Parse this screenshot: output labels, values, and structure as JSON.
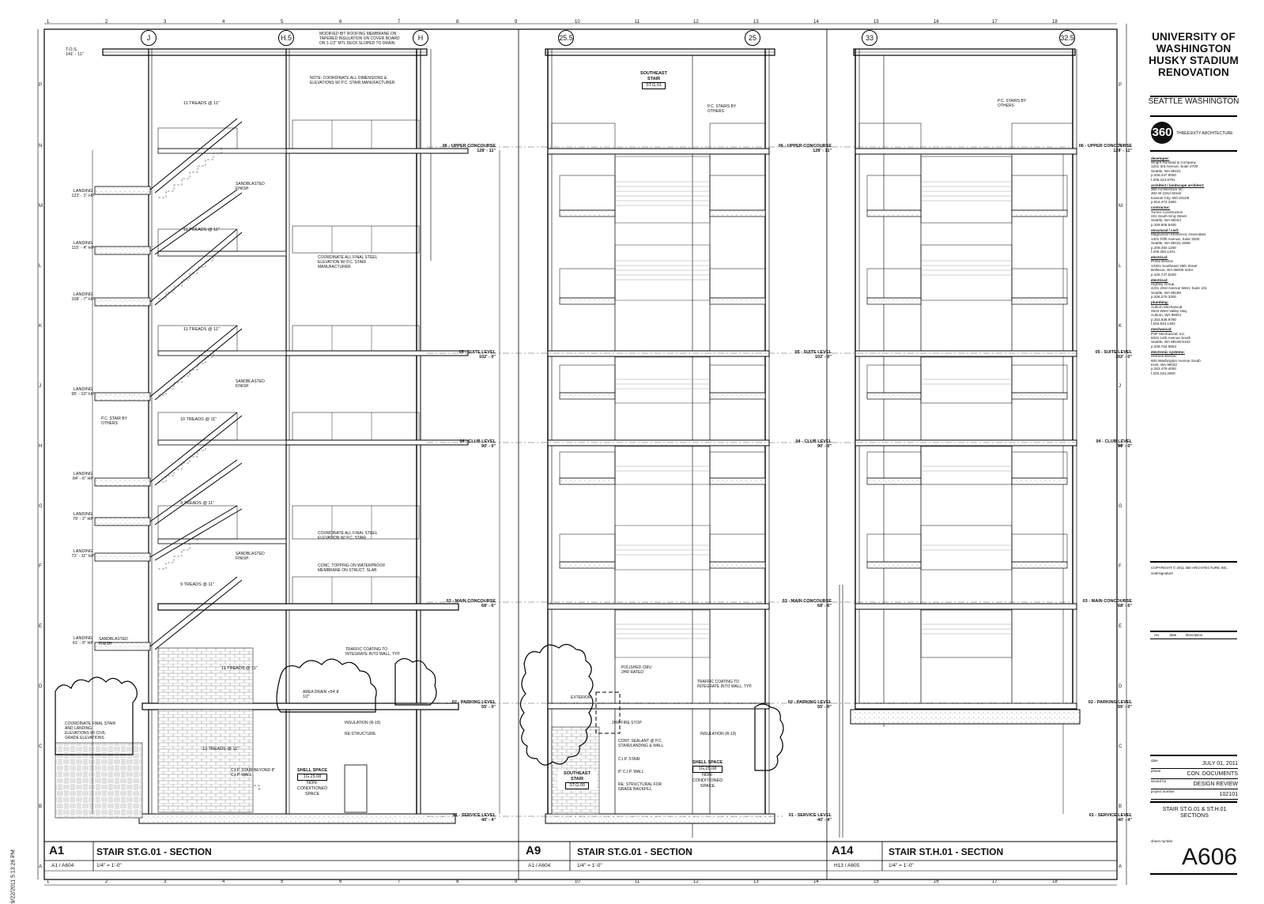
{
  "grid": {
    "top_numbers": [
      "1",
      "2",
      "3",
      "4",
      "5",
      "6",
      "7",
      "8",
      "9",
      "10",
      "11",
      "12",
      "13",
      "14",
      "15",
      "16",
      "17",
      "18"
    ],
    "side_letters": [
      "P",
      "N",
      "M",
      "L",
      "K",
      "J",
      "H",
      "G",
      "F",
      "E",
      "D",
      "C",
      "B",
      "A"
    ]
  },
  "column_markers": {
    "a1": [
      "J",
      "H.5",
      "H"
    ],
    "a9": [
      "25.5",
      "25"
    ],
    "a14": [
      "33",
      "32.5"
    ]
  },
  "levels": [
    {
      "name": "06 - UPPER CONCOURSE",
      "elev": "128' - 11\""
    },
    {
      "name": "05 - SUITE LEVEL",
      "elev": "102' - 0\""
    },
    {
      "name": "04 - CLUB LEVEL",
      "elev": "90' - 0\""
    },
    {
      "name": "03 - MAIN CONCOURSE",
      "elev": "68' - 6\""
    },
    {
      "name": "02 - PARKING LEVEL",
      "elev": "55' - 0\""
    },
    {
      "name": "01 - SERVICE LEVEL",
      "elev": "40' - 4\""
    }
  ],
  "tos": {
    "label": "T.O.S.",
    "elev": "141' - 11\""
  },
  "landings": [
    {
      "label": "LANDING",
      "elev": "122' - 1\" HP"
    },
    {
      "label": "LANDING",
      "elev": "115' - 4\" HP"
    },
    {
      "label": "LANDING",
      "elev": "108' - 7\" HP"
    },
    {
      "label": "LANDING",
      "elev": "95' - 10\" HP"
    },
    {
      "label": "LANDING",
      "elev": "84' - 6\" HP"
    },
    {
      "label": "LANDING",
      "elev": "79' - 2\" HP"
    },
    {
      "label": "LANDING",
      "elev": "72' - 11\" HP"
    },
    {
      "label": "LANDING",
      "elev": "61' - 9\" HP"
    }
  ],
  "notes_a1": [
    "MODIFIED BIT ROOFING MEMBRANE ON TAPERED INSULATION ON COVER BOARD ON 1-1/2\" MTL DECK SLOPED TO DRAIN",
    "NOTE: COORDINATE ALL DIMENSIONS & ELEVATIONS W/ P.C. STAIR MANUFACTURER",
    "COORDINATE ALL FINAL STEEL ELEVATION W/ P.C. STAIR MANUFACTURER",
    "SANDBLASTED FINISH",
    "P.C. STAIR BY OTHERS",
    "COORDINATE ALL FINAL STEEL ELEVATION W/ P.C. STAIR",
    "CONC. TOPPING ON WATERPROOF MEMBRANE ON STRUCT. SLAB",
    "TRAFFIC COATING TO INTEGRATE INTO WALL, TYP.",
    "AREA DRAIN +54'-8 1/2\"",
    "INSULATION (R-19)",
    "RE:STRUCTURE",
    "COORDINATE FINAL STAIR AND LANDING ELEVATIONS W/ CIVIL GRADE ELEVATIONS",
    "C.I.P. STAIR BEYOND 8\" C.I.P. WALL",
    "NON-CONDITIONED SPACE"
  ],
  "treads": [
    "11 TREADS @ 11\"",
    "11 TREADS @ 11\"",
    "11 TREADS @ 11\"",
    "10 TREADS @ 11\"",
    "9 TREADS @ 11\"",
    "9 TREADS @ 11\"",
    "11 TREADS @ 11\"",
    "13 TREADS @ 11\""
  ],
  "shell_space": {
    "label": "SHELL SPACE",
    "tag": "1G.25.08",
    "desc": "NON-CONDITIONED SPACE"
  },
  "a9_labels": {
    "stair_tag_title": "SOUTHEAST STAIR",
    "stair_tag": "ST.G.01",
    "pc_stairs": "P.C. STAIRS BY OTHERS",
    "exterior": "EXTERIOR",
    "polished": "POLISHED CMU 2HR RATED",
    "fire": "2HR FIRE STOP",
    "sealant": "CONT. SEALANT @ P.C. STAIR/LANDING & WALL",
    "cip": "C.I.P. STAIR",
    "wall": "8\" C.I.P. WALL",
    "struct": "RE: STRUCTURAL FOR GRADE BACKFILL",
    "insulation": "INSULATION (R-19)",
    "traffic": "TRAFFIC COATING TO INTEGRATE INTO WALL, TYP.",
    "se_stair": "SOUTHEAST STAIR",
    "se_tag": "ST.G.00"
  },
  "a14_labels": {
    "pc_stairs": "P.C. STAIRS BY OTHERS"
  },
  "sections": [
    {
      "id": "A1",
      "title": "STAIR ST.G.01 - SECTION",
      "ref": "A1 / A604",
      "scale": "1/4\" = 1'-0\""
    },
    {
      "id": "A9",
      "title": "STAIR ST.G.01 - SECTION",
      "ref": "A1 / A604",
      "scale": "1/4\" = 1'-0\""
    },
    {
      "id": "A14",
      "title": "STAIR ST.H.01 - SECTION",
      "ref": "H13 / A605",
      "scale": "1/4\" = 1'-0\""
    }
  ],
  "title_block": {
    "project": "UNIVERSITY OF WASHINGTON HUSKY STADIUM RENOVATION",
    "city": "SEATTLE WASHINGTON",
    "firm_logo": "360",
    "firm": "THREESIXTY ARCHITECTURE",
    "team": [
      {
        "role": "developer:",
        "lines": [
          "Wright Runstad & Company",
          "1201 3rd Avenue, Suite 2700",
          "Seattle, WA 98101",
          "p.206.447.9000",
          "f.206.223.8791"
        ]
      },
      {
        "role": "architect / landscape architect:",
        "lines": [
          "360 Architecture Inc.",
          "300 W 22nd Street",
          "Kansas City, MO 64108",
          "p.816.472.3360"
        ]
      },
      {
        "role": "contractor:",
        "lines": [
          "Turner Construction",
          "221 South King Street",
          "Seattle, WA 98104",
          "p.206.505.6400"
        ]
      },
      {
        "role": "structural / civil:",
        "lines": [
          "Magnusson Klemencic Associates",
          "1301 Fifth Avenue, Suite 3200",
          "Seattle, WA 98101-2699",
          "p.206.292.1200",
          "f.206.292.1201"
        ]
      },
      {
        "role": "electrical:",
        "lines": [
          "Prime Electric",
          "13301 Southeast 26th Street",
          "Bellevue, WA 98005-4204",
          "p.425.747.5200"
        ]
      },
      {
        "role": "electrical:",
        "lines": [
          "Highley Group",
          "4221 23rd Avenue West, Suite 101",
          "Seattle, WA 98199",
          "p.206.270.3300"
        ]
      },
      {
        "role": "plumbing:",
        "lines": [
          "Auburn Mechanical",
          "2623 West Valley Hwy",
          "Auburn, WA 98001",
          "p.253.838.9780",
          "f.253.833.1384"
        ]
      },
      {
        "role": "mechanical:",
        "lines": [
          "PSF Mechanical, Inc.",
          "9322 14th Avenue South",
          "Seattle, WA 98108-5102",
          "p.206.764.9663"
        ]
      },
      {
        "role": "electronic systems:",
        "lines": [
          "Hermes Electric",
          "600 Washington Avenue South",
          "Kent, WA 98032",
          "p.253.479.4000",
          "f.253.234.2900"
        ]
      }
    ],
    "copyright": "COPYRIGHT © 2011   360 ARCHITECTURE INC.",
    "seal": "seal/signature",
    "rev_headers": [
      "rev",
      "date",
      "description"
    ],
    "date_label": "date",
    "date": "JULY 01, 2011",
    "phase_label": "phase",
    "phase": "CON. DOCUMENTS",
    "issued_label": "issued for",
    "issued": "DESIGN REVIEW",
    "projnum_label": "project number",
    "projnum": "102101",
    "sheet_title": "STAIR ST.G.01 & ST.H.01 SECTIONS",
    "sheetnum_label": "sheet number",
    "sheet_number": "A606"
  },
  "timestamp": "9/22/2011 5:13:26 PM"
}
